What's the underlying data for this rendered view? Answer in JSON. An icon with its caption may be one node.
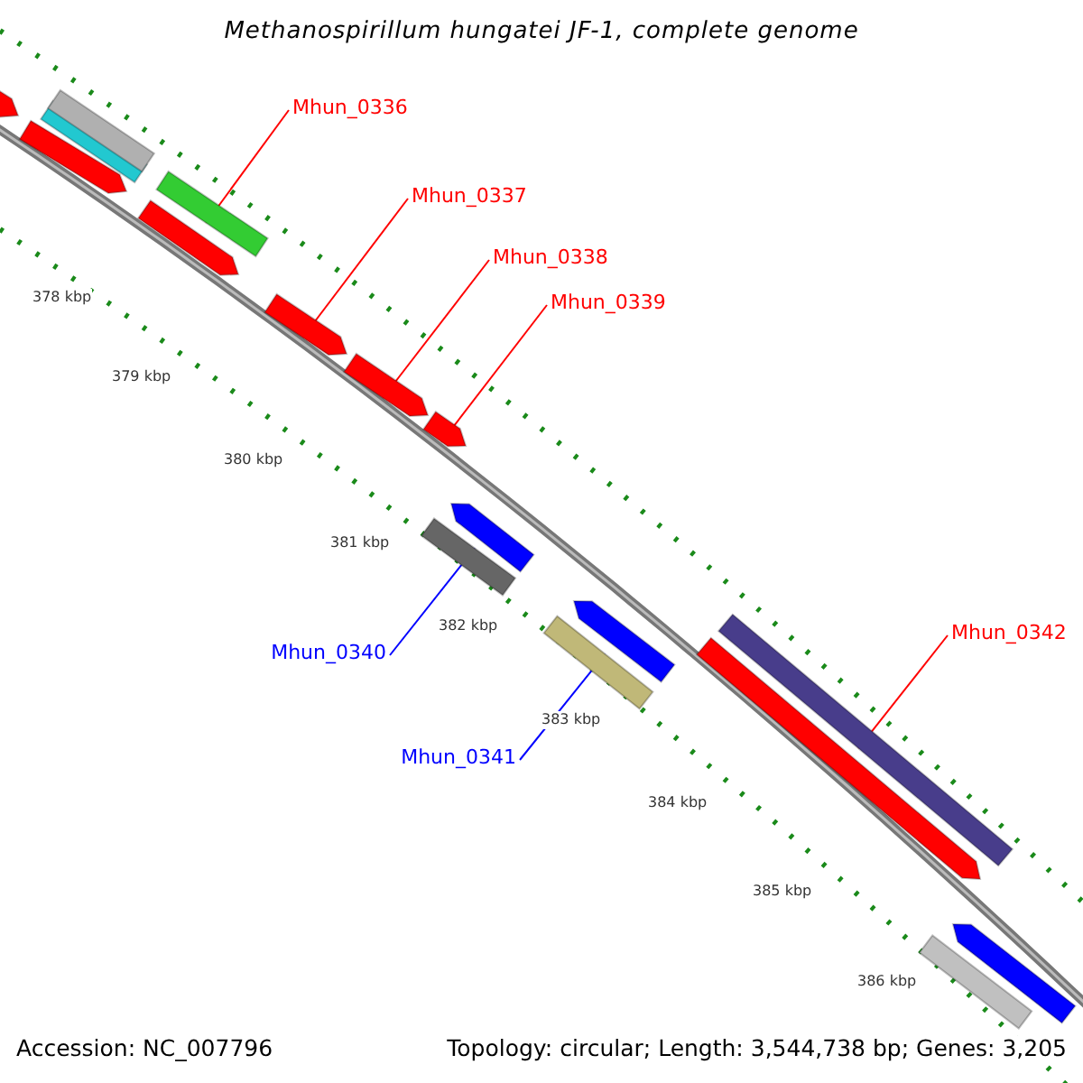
{
  "diagram": {
    "title": "Methanospirillum hungatei JF-1, complete genome",
    "nodes": [
      {
        "text": [
          "Mhun_0336"
        ]
      },
      {
        "text": [
          "Mhun_0337"
        ]
      },
      {
        "text": [
          "Mhun_0338"
        ]
      },
      {
        "text": [
          "Mhun_0339"
        ]
      },
      {
        "text": [
          "Mhun_0340"
        ]
      },
      {
        "text": [
          "Mhun_0341"
        ]
      },
      {
        "text": [
          "Mhun_0342"
        ]
      },
      {
        "text": [],
        "shape": "bar"
      },
      {
        "text": [],
        "shape": "bar"
      },
      {
        "text": [],
        "shape": "bar"
      },
      {
        "text": [],
        "shape": "bar"
      },
      {
        "text": [],
        "shape": "bar"
      },
      {
        "text": [],
        "shape": "bar"
      },
      {
        "text": [],
        "shape": "bar"
      },
      {
        "text": [],
        "shape": "bar"
      },
      {
        "text": [],
        "shape": "bar"
      },
      {
        "text": [],
        "shape": "bar"
      },
      {
        "text": [],
        "shape": "bar"
      },
      {
        "text": [],
        "shape": "bar"
      },
      {
        "text": [],
        "shape": "bar"
      },
      {
        "text": [],
        "shape": "bar"
      },
      {
        "text": [],
        "shape": "bar"
      },
      {
        "text": [],
        "shape": "bar"
      },
      {
        "text": [],
        "shape": "bar"
      }
    ],
    "edges": [
      {
        "from": 0,
        "to": 12,
        "arrow": "none"
      },
      {
        "from": 1,
        "to": 13,
        "arrow": "none"
      },
      {
        "from": 2,
        "to": 14,
        "arrow": "none"
      },
      {
        "from": 3,
        "to": 16,
        "arrow": "none"
      },
      {
        "from": 4,
        "to": 15,
        "arrow": "none",
        "color": "#0000ff"
      },
      {
        "from": 5,
        "to": 18,
        "arrow": "none",
        "color": "#0000ff"
      },
      {
        "from": 6,
        "to": 21,
        "arrow": "none"
      }
    ],
    "labels": [
      "378 kbp",
      "379 kbp",
      "380 kbp",
      "381 kbp",
      "382 kbp",
      "383 kbp",
      "384 kbp",
      "385 kbp",
      "386 kbp",
      "Accession: NC_007796",
      "Topology: circular; Length: 3,544,738 bp; Genes: 3,205"
    ]
  }
}
